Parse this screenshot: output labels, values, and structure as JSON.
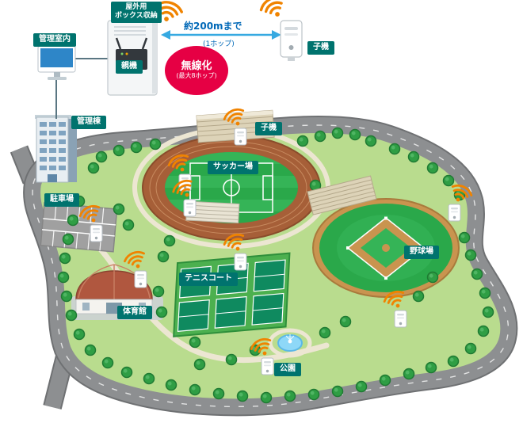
{
  "top_diagram": {
    "outdoor_box_label": "屋外用\nボックス収納",
    "parent_unit_label": "親機",
    "management_room_label": "管理室内",
    "range_label": "約200mまで",
    "range_sub_label": "(1ホップ)",
    "child_unit_label": "子機",
    "wireless_badge_title": "無線化",
    "wireless_badge_subtitle": "(最大8ホップ)"
  },
  "map": {
    "management_building_label": "管理棟",
    "soccer_field_label": "サッカー場",
    "soccer_child_unit_label": "子機",
    "parking_label": "駐車場",
    "gym_label": "体育館",
    "tennis_court_label": "テニスコート",
    "baseball_field_label": "野球場",
    "park_label": "公園"
  },
  "colors": {
    "label_teal": "#00736e",
    "badge_red": "#e60044",
    "wifi_orange": "#f08300",
    "arrow_blue": "#36a9e1",
    "range_text_blue": "#0068b7",
    "park_green": "#b9dc8e",
    "road_gray": "#8d8f91"
  }
}
